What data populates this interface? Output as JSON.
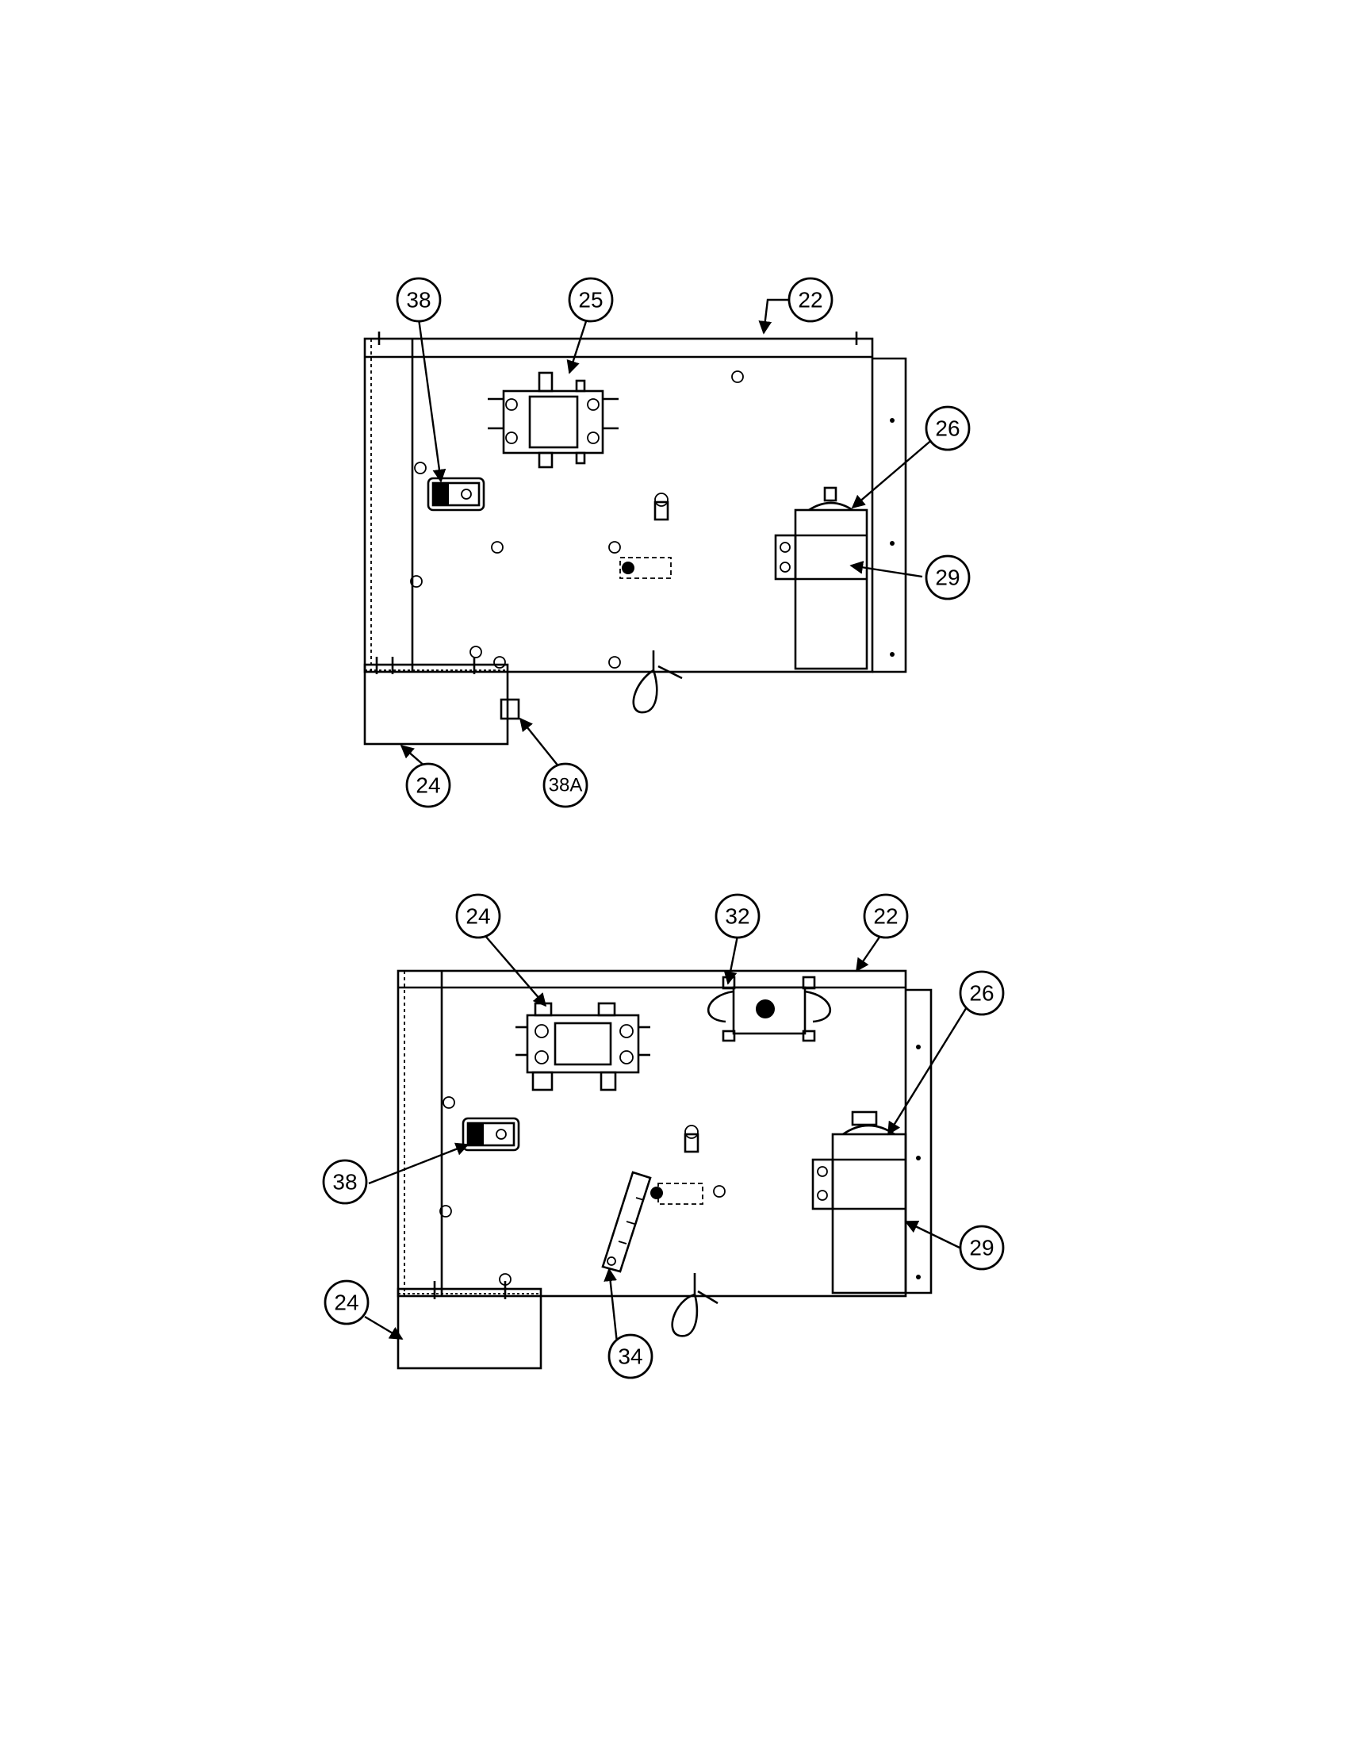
{
  "views": [
    {
      "id": "top",
      "callouts": [
        {
          "label": "38"
        },
        {
          "label": "25"
        },
        {
          "label": "22"
        },
        {
          "label": "26"
        },
        {
          "label": "29"
        },
        {
          "label": "24"
        },
        {
          "label": "38A"
        }
      ]
    },
    {
      "id": "bottom",
      "callouts": [
        {
          "label": "24"
        },
        {
          "label": "32"
        },
        {
          "label": "22"
        },
        {
          "label": "26"
        },
        {
          "label": "38"
        },
        {
          "label": "29"
        },
        {
          "label": "24"
        },
        {
          "label": "34"
        }
      ]
    }
  ]
}
